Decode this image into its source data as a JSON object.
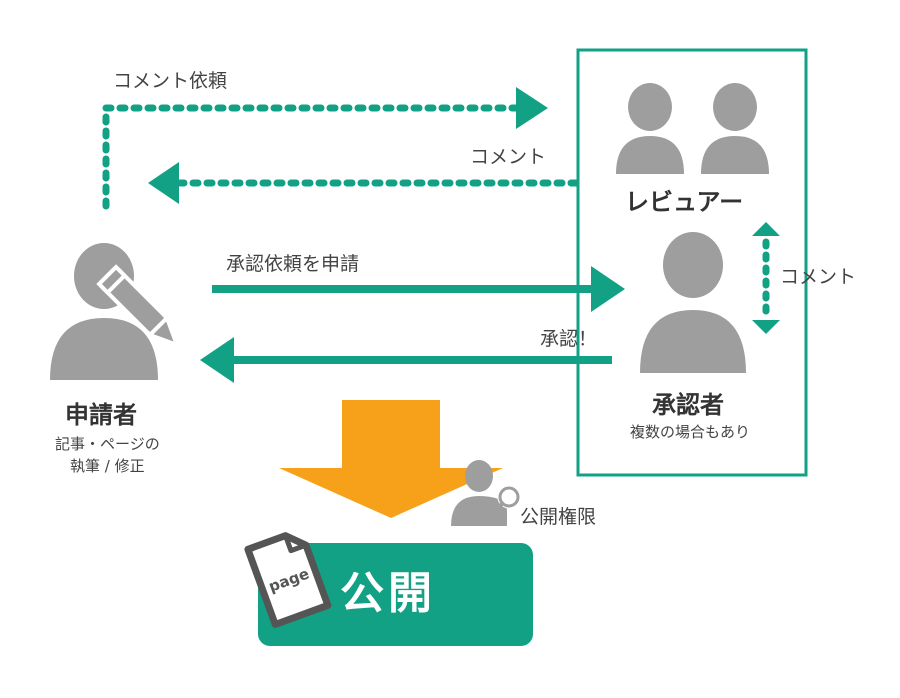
{
  "colors": {
    "teal": "#12a184",
    "gray": "#9e9e9e",
    "orange": "#f7a11a",
    "publish_bg": "#12a184"
  },
  "labels": {
    "comment_request": "コメント依頼",
    "comment_top": "コメント",
    "approval_request": "承認依頼を申請",
    "approved": "承認！",
    "comment_side": "コメント",
    "reviewer": "レビュアー",
    "approver": "承認者",
    "approver_note": "複数の場合もあり",
    "applicant": "申請者",
    "applicant_note_1": "記事・ページの",
    "applicant_note_2": "執筆 / 修正",
    "publish_permission": "公開権限",
    "publish": "公開",
    "page_icon_text": "page"
  },
  "icons": [
    "reviewer-person-icon",
    "approver-person-icon",
    "applicant-person-icon",
    "pencil-icon",
    "key-person-icon",
    "page-document-icon"
  ]
}
